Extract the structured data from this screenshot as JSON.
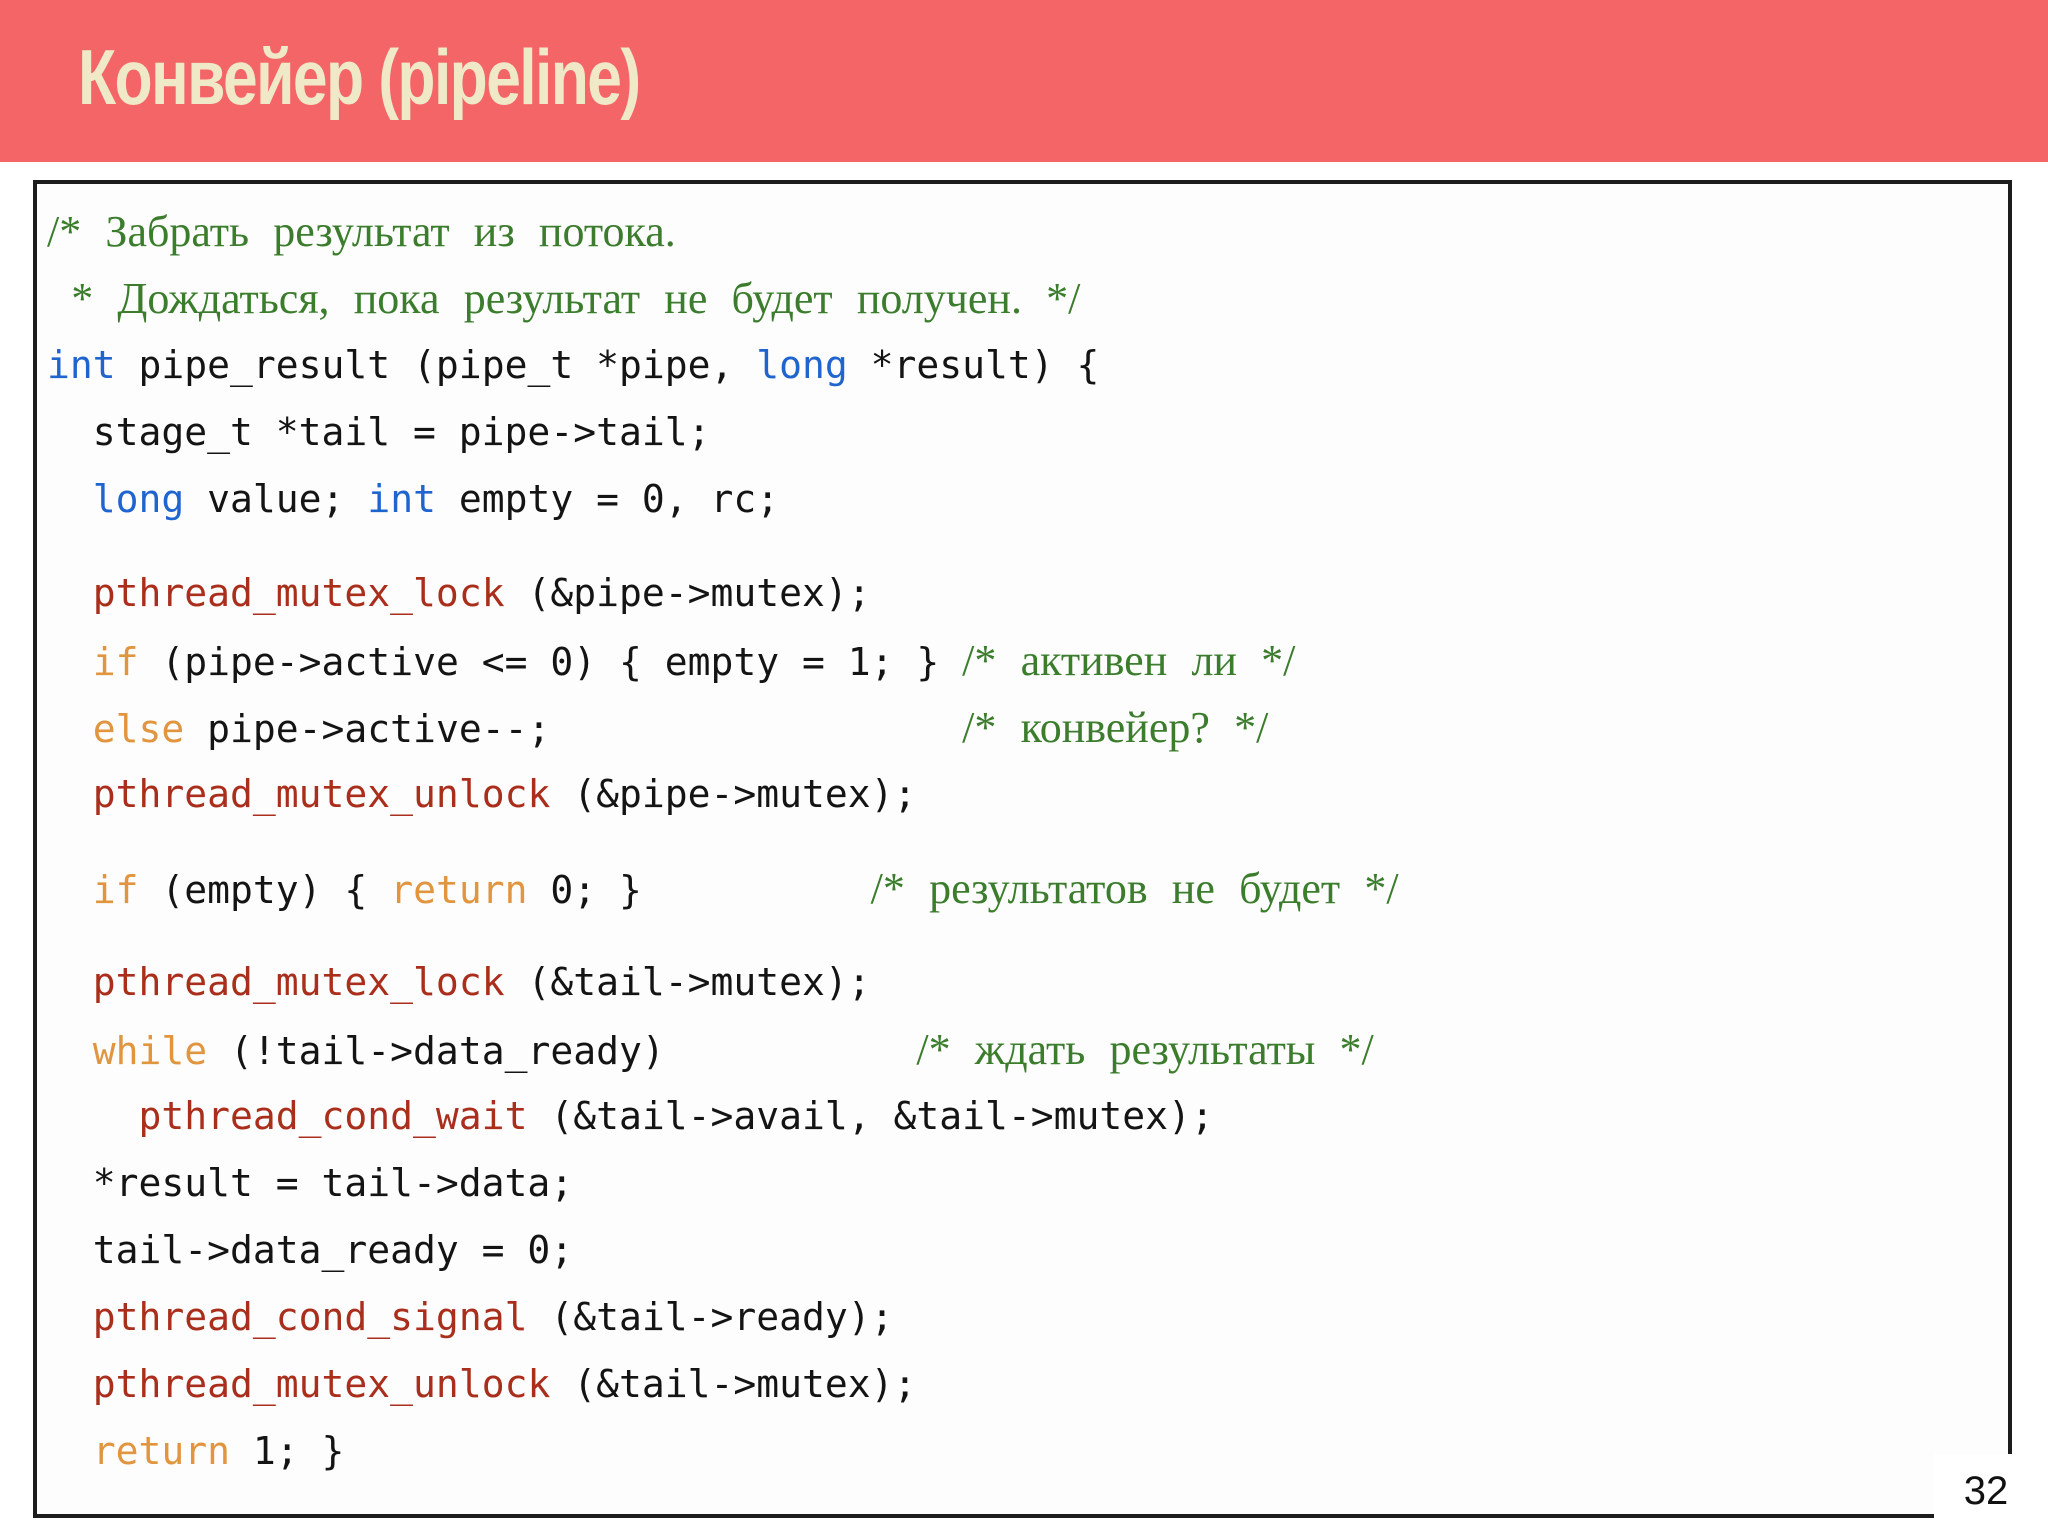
{
  "slide": {
    "title": "Конвейер (pipeline)",
    "page_number": "32"
  },
  "colors": {
    "header_bg": "#f46568",
    "title_text": "#efe9c8",
    "panel_bg": "#fdfdfd",
    "border_color": "#1c1c1c",
    "plain": "#141414",
    "kw": "#2065cf",
    "flow": "#e2953f",
    "fn": "#aa2e1c",
    "cmt": "#3b7d2d"
  },
  "code": {
    "lines": [
      {
        "gap": false,
        "segments": [
          {
            "c": "cmt",
            "t": "/* Забрать результат из потока."
          }
        ]
      },
      {
        "gap": false,
        "segments": [
          {
            "c": "cmt",
            "t": " * Дождаться, пока результат не будет получен. */"
          }
        ]
      },
      {
        "gap": false,
        "segments": [
          {
            "c": "kw",
            "t": "int"
          },
          {
            "c": "plain",
            "t": " pipe_result (pipe_t *pipe, "
          },
          {
            "c": "kw",
            "t": "long"
          },
          {
            "c": "plain",
            "t": " *result) {"
          }
        ]
      },
      {
        "gap": false,
        "segments": [
          {
            "c": "plain",
            "t": "  stage_t *tail = pipe->tail;"
          }
        ]
      },
      {
        "gap": false,
        "segments": [
          {
            "c": "plain",
            "t": "  "
          },
          {
            "c": "kw",
            "t": "long"
          },
          {
            "c": "plain",
            "t": " value; "
          },
          {
            "c": "kw",
            "t": "int"
          },
          {
            "c": "plain",
            "t": " empty = 0, rc;"
          }
        ]
      },
      {
        "gap": true,
        "segments": [
          {
            "c": "plain",
            "t": "  "
          },
          {
            "c": "fn",
            "t": "pthread_mutex_lock"
          },
          {
            "c": "plain",
            "t": " (&pipe->mutex);"
          }
        ]
      },
      {
        "gap": false,
        "segments": [
          {
            "c": "plain",
            "t": "  "
          },
          {
            "c": "flow",
            "t": "if"
          },
          {
            "c": "plain",
            "t": " (pipe->active <= 0) { empty = 1; } "
          },
          {
            "c": "cmt",
            "t": "/* активен ли */"
          }
        ]
      },
      {
        "gap": false,
        "segments": [
          {
            "c": "plain",
            "t": "  "
          },
          {
            "c": "flow",
            "t": "else"
          },
          {
            "c": "plain",
            "t": " pipe->active--;                  "
          },
          {
            "c": "cmt",
            "t": "/* конвейер? */"
          }
        ]
      },
      {
        "gap": false,
        "segments": [
          {
            "c": "plain",
            "t": "  "
          },
          {
            "c": "fn",
            "t": "pthread_mutex_unlock"
          },
          {
            "c": "plain",
            "t": " (&pipe->mutex);"
          }
        ]
      },
      {
        "gap": true,
        "segments": [
          {
            "c": "plain",
            "t": "  "
          },
          {
            "c": "flow",
            "t": "if"
          },
          {
            "c": "plain",
            "t": " (empty) { "
          },
          {
            "c": "flow",
            "t": "return"
          },
          {
            "c": "plain",
            "t": " 0; }          "
          },
          {
            "c": "cmt",
            "t": "/* результатов не будет */"
          }
        ]
      },
      {
        "gap": true,
        "segments": [
          {
            "c": "plain",
            "t": "  "
          },
          {
            "c": "fn",
            "t": "pthread_mutex_lock"
          },
          {
            "c": "plain",
            "t": " (&tail->mutex);"
          }
        ]
      },
      {
        "gap": false,
        "segments": [
          {
            "c": "plain",
            "t": "  "
          },
          {
            "c": "flow",
            "t": "while"
          },
          {
            "c": "plain",
            "t": " (!tail->data_ready)           "
          },
          {
            "c": "cmt",
            "t": "/* ждать результаты */"
          }
        ]
      },
      {
        "gap": false,
        "segments": [
          {
            "c": "plain",
            "t": "    "
          },
          {
            "c": "fn",
            "t": "pthread_cond_wait"
          },
          {
            "c": "plain",
            "t": " (&tail->avail, &tail->mutex);"
          }
        ]
      },
      {
        "gap": false,
        "segments": [
          {
            "c": "plain",
            "t": "  *result = tail->data;"
          }
        ]
      },
      {
        "gap": false,
        "segments": [
          {
            "c": "plain",
            "t": "  tail->data_ready = 0;"
          }
        ]
      },
      {
        "gap": false,
        "segments": [
          {
            "c": "plain",
            "t": "  "
          },
          {
            "c": "fn",
            "t": "pthread_cond_signal"
          },
          {
            "c": "plain",
            "t": " (&tail->ready);"
          }
        ]
      },
      {
        "gap": false,
        "segments": [
          {
            "c": "plain",
            "t": "  "
          },
          {
            "c": "fn",
            "t": "pthread_mutex_unlock"
          },
          {
            "c": "plain",
            "t": " (&tail->mutex);"
          }
        ]
      },
      {
        "gap": false,
        "segments": [
          {
            "c": "plain",
            "t": "  "
          },
          {
            "c": "flow",
            "t": "return"
          },
          {
            "c": "plain",
            "t": " 1; }"
          }
        ]
      }
    ]
  }
}
